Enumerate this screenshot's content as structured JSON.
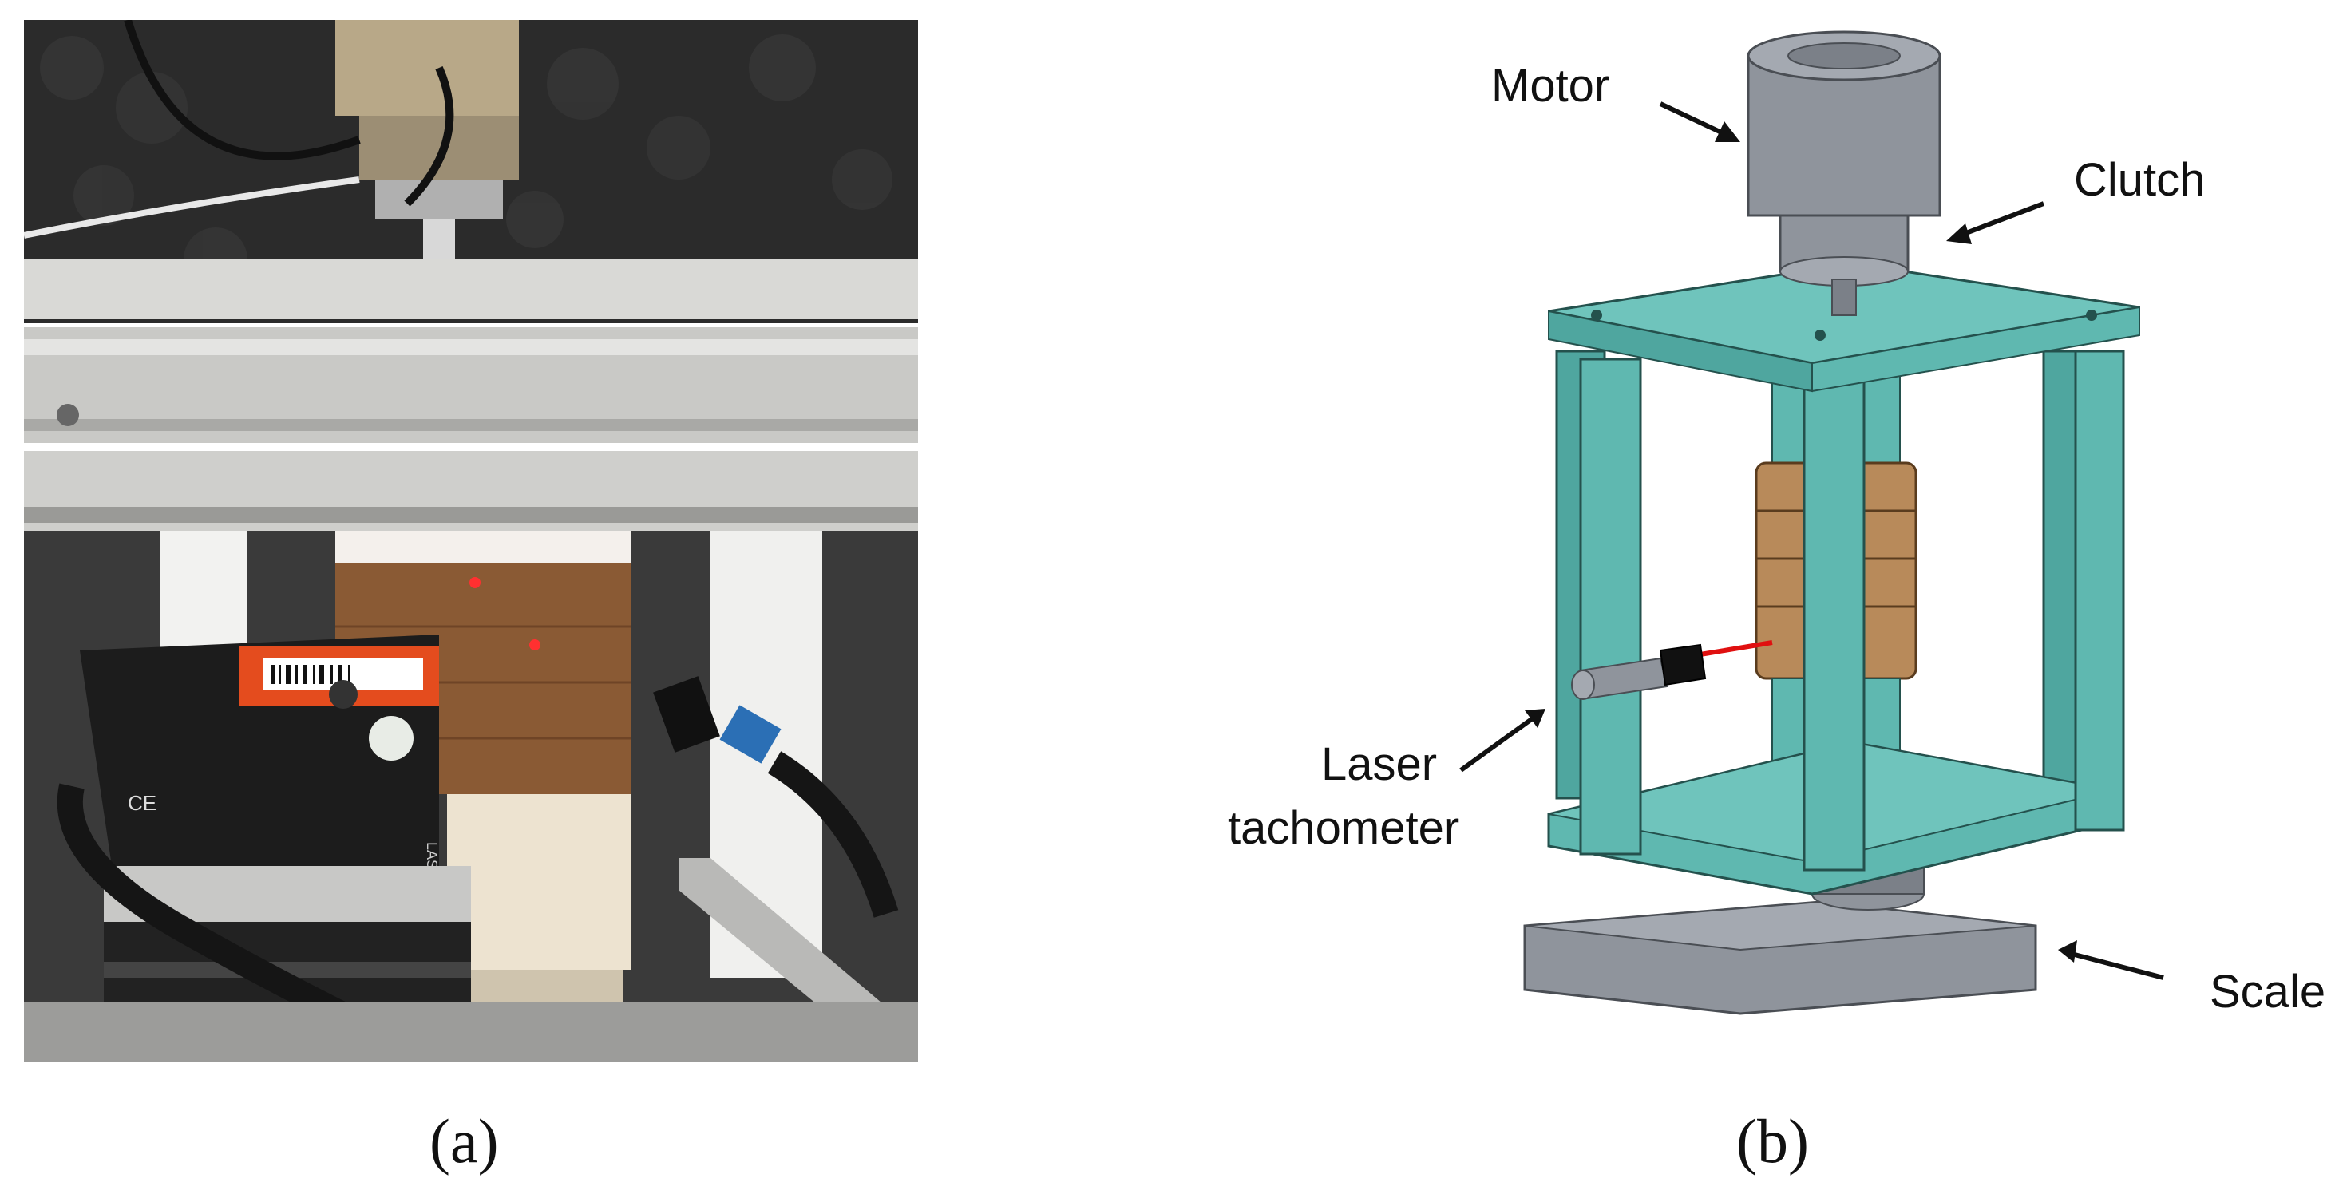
{
  "figure": {
    "panels": [
      {
        "id": "a",
        "caption": "(a)",
        "kind": "photograph"
      },
      {
        "id": "b",
        "caption": "(b)",
        "kind": "cad-drawing"
      }
    ],
    "callouts": {
      "motor": "Motor",
      "clutch": "Clutch",
      "laser_line1": "Laser",
      "laser_line2": "tachometer",
      "scale": "Scale"
    },
    "photo_text": {
      "device_side_label": "LASER ON",
      "ce_mark": "CE"
    },
    "colors": {
      "frame": "#5fb8b0",
      "frame_dark": "#3c8f89",
      "rotor": "#b88a5a",
      "rotor_dark": "#8c6438",
      "metal": "#8f949c",
      "metal_dark": "#5c6068",
      "laser_beam": "#e01010",
      "foam_bg": "#2c2c2c"
    }
  }
}
